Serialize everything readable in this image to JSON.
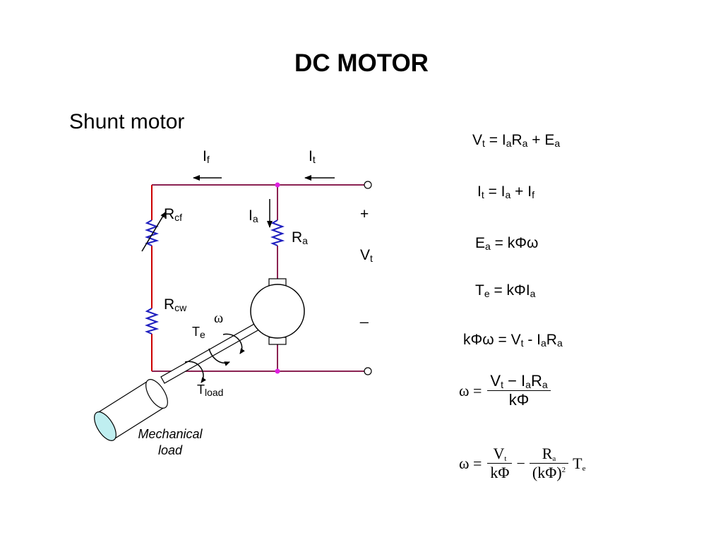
{
  "title": "DC MOTOR",
  "subtitle": "Shunt motor",
  "circuit": {
    "if_label": {
      "main": "I",
      "sub": "f"
    },
    "it_label": {
      "main": "I",
      "sub": "t"
    },
    "ia_label": {
      "main": "I",
      "sub": "a"
    },
    "rcf_label": {
      "main": "R",
      "sub": "cf"
    },
    "rcw_label": {
      "main": "R",
      "sub": "cw"
    },
    "ra_label": {
      "main": "R",
      "sub": "a"
    },
    "plus": "+",
    "vt_label": {
      "main": "V",
      "sub": "t"
    },
    "minus": "_",
    "omega": "ω",
    "te_label": {
      "main": "T",
      "sub": "e"
    },
    "tload_label": {
      "main": "T",
      "sub": "load"
    },
    "mech_line1": "Mechanical",
    "mech_line2": "load"
  },
  "equations": {
    "eq1": {
      "a": "V",
      "a_sub": "t",
      "b": " = I",
      "b_sub": "a",
      "c": "R",
      "c_sub": "a",
      "d": " + E",
      "d_sub": "a"
    },
    "eq2": {
      "a": "I",
      "a_sub": "t",
      "b": " = I",
      "b_sub": "a",
      "c": " + I",
      "c_sub": "f"
    },
    "eq3": {
      "a": "E",
      "a_sub": "a",
      "b": " = kΦω"
    },
    "eq4": {
      "a": "T",
      "a_sub": "e",
      "b": " = kΦI",
      "b_sub": "a"
    },
    "eq5": {
      "a": "kΦω = V",
      "a_sub": "t",
      "b": " - I",
      "b_sub": "a",
      "c": "R",
      "c_sub": "a"
    },
    "eq6": {
      "lhs": "ω =",
      "num_a": "V",
      "num_a_sub": "t",
      "num_b": " − I",
      "num_b_sub": "a",
      "num_c": "R",
      "num_c_sub": "a",
      "den": "kΦ"
    },
    "eq7": {
      "lhs": "ω =",
      "n1": "V",
      "n1_sub": "t",
      "d1": "kΦ",
      "minus": "−",
      "n2": "R",
      "n2_sub": "a",
      "d2": "(kΦ)",
      "d2_sup": "2",
      "tail": "T",
      "tail_sub": "e"
    }
  },
  "colors": {
    "wire": "#8b2252",
    "wire_left": "#cc0000",
    "resistor": "#1f1fbf",
    "node": "#e020e0",
    "load_fill": "#bfeef0"
  }
}
